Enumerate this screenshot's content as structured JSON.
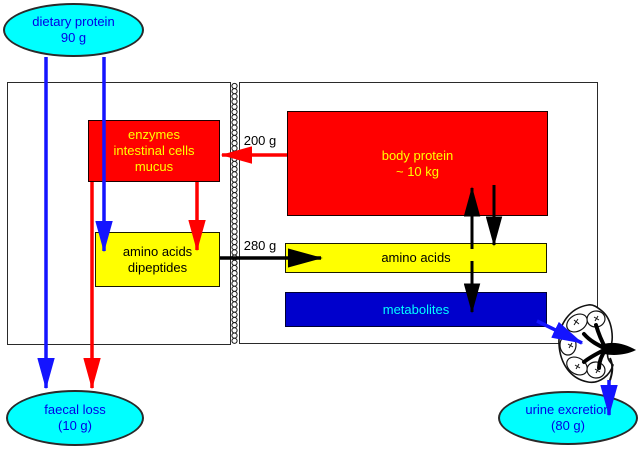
{
  "diagram": {
    "title_hint": "protein turnover diagram",
    "nodes": {
      "dietary_protein": {
        "title": "dietary protein",
        "amount": "90 g"
      },
      "faecal_loss": {
        "title": "faecal loss",
        "amount": "(10 g)"
      },
      "urine_excretion": {
        "title": "urine excretion",
        "amount": "(80 g)"
      },
      "enzymes": {
        "line1": "enzymes",
        "line2": "intestinal cells",
        "line3": "mucus"
      },
      "amino_acids_dipeptides": {
        "line1": "amino acids",
        "line2": "dipeptides"
      },
      "body_protein": {
        "line1": "body protein",
        "line2": "~ 10 kg"
      },
      "amino_acids": {
        "label": "amino acids"
      },
      "metabolites": {
        "label": "metabolites"
      }
    },
    "flow_labels": {
      "secretion": "200 g",
      "absorption": "280 g"
    },
    "colors": {
      "box_red": "#ff0000",
      "box_yellow": "#ffff00",
      "box_blue": "#0000cc",
      "ellipse_cyan": "#00ffff",
      "text_blue": "#0000e6",
      "text_yellow": "#ffff00",
      "text_cyan": "#00ffff",
      "arrow_blue": "#1414ff",
      "arrow_red": "#ff0000",
      "arrow_black": "#000000"
    }
  }
}
